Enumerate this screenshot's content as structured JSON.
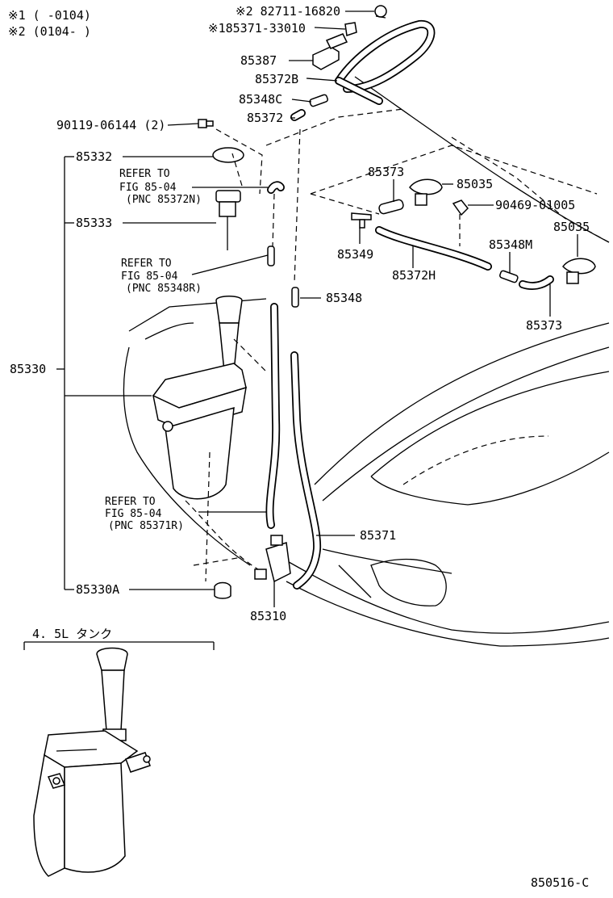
{
  "notes": {
    "note1": "※1 (     -0104)",
    "note2": "※2 (0104-      )"
  },
  "labels": {
    "p82711": "※2 82711-16820",
    "p85371_33010": "※185371-33010",
    "p85387": "85387",
    "p85372B": "85372B",
    "p85348C": "85348C",
    "p85372": "85372",
    "p90119": "90119-06144 (2)",
    "p85332": "85332",
    "p85333": "85333",
    "p85330": "85330",
    "p85330A": "85330A",
    "p85310": "85310",
    "p85371": "85371",
    "p85348": "85348",
    "p85373_top": "85373",
    "p85035_top": "85035",
    "p90469": "90469-01005",
    "p85035_right": "85035",
    "p85348M": "85348M",
    "p85349": "85349",
    "p85372H": "85372H",
    "p85373_bottom": "85373"
  },
  "references": [
    {
      "line1": "REFER TO",
      "line2": "FIG 85-04",
      "line3": "(PNC 85372N)"
    },
    {
      "line1": "REFER TO",
      "line2": "FIG 85-04",
      "line3": "(PNC 85348R)"
    },
    {
      "line1": "REFER TO",
      "line2": "FIG 85-04",
      "line3": "(PNC 85371R)"
    }
  ],
  "inset": {
    "title": "4. 5L タンク"
  },
  "figure_code": "850516-C"
}
